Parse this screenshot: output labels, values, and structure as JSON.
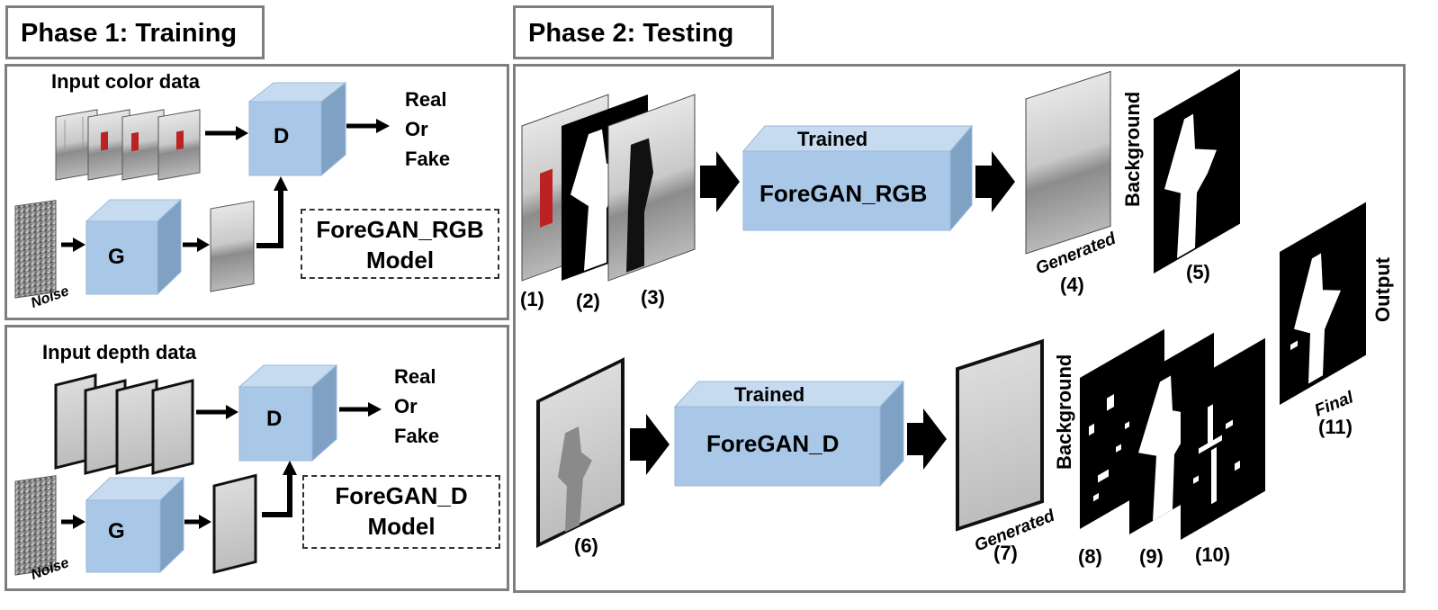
{
  "phase1": {
    "title": "Phase 1: Training",
    "rgb": {
      "input_label": "Input color data",
      "discriminator": "D",
      "generator": "G",
      "noise_label": "Noise",
      "output_lines": [
        "Real",
        "Or",
        "Fake"
      ],
      "model_lines": [
        "ForeGAN_RGB",
        "Model"
      ]
    },
    "depth": {
      "input_label": "Input depth data",
      "discriminator": "D",
      "generator": "G",
      "noise_label": "Noise",
      "output_lines": [
        "Real",
        "Or",
        "Fake"
      ],
      "model_lines": [
        "ForeGAN_D",
        "Model"
      ]
    }
  },
  "phase2": {
    "title": "Phase 2: Testing",
    "rgb_block": {
      "top_label": "Trained",
      "name": "ForeGAN_RGB"
    },
    "depth_block": {
      "top_label": "Trained",
      "name": "ForeGAN_D"
    },
    "generated_label": "Generated",
    "background_label": "Background",
    "final_label": "Final",
    "output_label": "Output",
    "numbers": [
      "(1)",
      "(2)",
      "(3)",
      "(4)",
      "(5)",
      "(6)",
      "(7)",
      "(8)",
      "(9)",
      "(10)",
      "(11)"
    ]
  },
  "colors": {
    "block_front": "#a9c8e8",
    "block_top": "#c6dbf0",
    "block_side": "#7ea1c4",
    "panel_border": "#7f7f7f"
  }
}
